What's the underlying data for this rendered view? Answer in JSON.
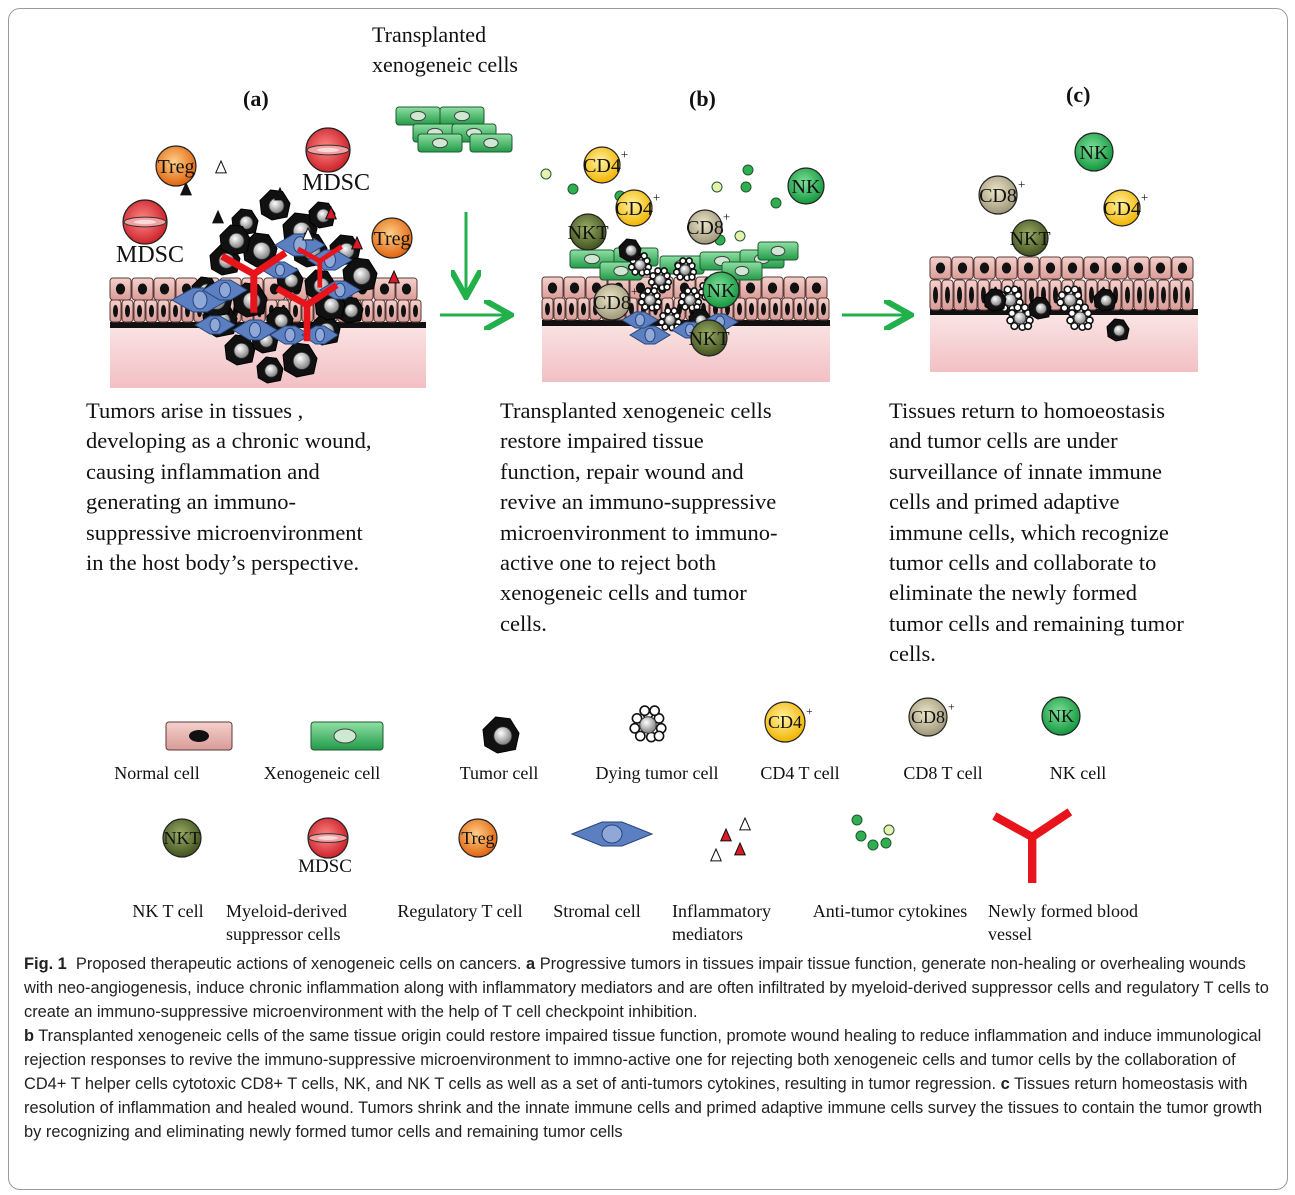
{
  "transplant_label": "Transplanted\nxenogeneic cells",
  "panels": [
    {
      "letter": "(a)",
      "description": "Tumors arise in tissues ,\ndeveloping as a chronic wound,\ncausing inflammation and\ngenerating an immuno-\nsuppressive microenvironment\nin the host body’s perspective."
    },
    {
      "letter": "(b)",
      "description": "Transplanted xenogeneic cells\nrestore  impaired tissue\nfunction, repair wound and\nrevive an immuno-suppressive\nmicroenvironment to immuno-\nactive one to reject both\nxenogeneic cells and tumor\ncells."
    },
    {
      "letter": "(c)",
      "description": "Tissues return to homoeostasis\nand tumor cells are under\nsurveillance of  innate immune\ncells and primed adaptive\nimmune cells, which recognize\ntumor cells and collaborate to\neliminate the newly formed\ntumor cells and remaining tumor\ncells."
    }
  ],
  "cell_tags": {
    "treg": "Treg",
    "mdsc": "MDSC",
    "cd4": "CD4",
    "cd8": "CD8",
    "nk": "NK",
    "nkt": "NKT",
    "plus": "+"
  },
  "legend": {
    "row1": [
      "Normal cell",
      "Xenogeneic cell",
      "Tumor cell",
      "Dying tumor cell",
      "CD4 T cell",
      "CD8 T cell",
      "NK cell"
    ],
    "row2": [
      "NK T cell",
      "Myeloid-derived\nsuppressor cells",
      "Regulatory T  cell",
      "Stromal cell",
      "Inflammatory\nmediators",
      "Anti-tumor cytokines",
      "Newly formed blood\nvessel"
    ]
  },
  "caption": {
    "fig_label": "Fig. 1",
    "intro": "Proposed therapeutic actions of xenogeneic cells on cancers.",
    "a_label": "a",
    "a_text": "Progressive tumors in tissues impair tissue function, generate non-healing or overhealing wounds with neo-angiogenesis, induce chronic inflammation along with inflammatory mediators and are often infiltrated by myeloid-derived suppressor cells and regulatory T cells to create an immuno-suppressive microenvironment with the help of T cell checkpoint inhibition.",
    "b_label": "b",
    "b_text": "Transplanted xenogeneic cells of the same tissue origin could restore impaired tissue function, promote wound healing to reduce inflammation and induce immunological rejection responses to revive the immuno-suppressive microenvironment to immno-active one for rejecting both xenogeneic cells and tumor cells by the collaboration of CD4+ T helper cells cytotoxic CD8+ T cells, NK, and NK T cells as well as a set of anti-tumors cytokines, resulting in tumor regression.",
    "c_label": "c",
    "c_text": "Tissues return homeostasis with resolution of inflammation and healed wound. Tumors shrink and the innate immune cells and primed adaptive immune cells survey the tissues to contain the tumor growth by recognizing and eliminating newly formed tumor cells and remaining tumor cells"
  },
  "colors": {
    "normal_cell": "#e8b4b0",
    "xeno_cell": "#3fb35f",
    "tissue_base": "#f6d0d0",
    "arrow": "#22b04b",
    "cd4": "#f5b800",
    "cd8": "#b3ab88",
    "nk": "#1fa54a",
    "nkt": "#55672e",
    "mdsc": "#d7232d",
    "treg": "#ee7a1c",
    "stromal": "#5578b8",
    "vessel": "#e8141c"
  }
}
